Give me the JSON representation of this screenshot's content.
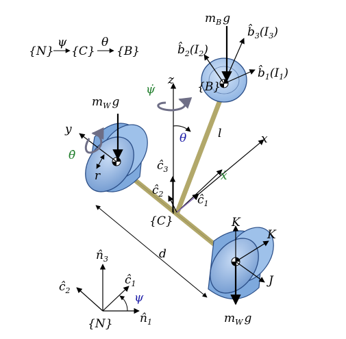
{
  "frames": {
    "N": "{N}",
    "C": "{C}",
    "B": "{B}",
    "chain_psi": "ψ",
    "chain_theta": "θ"
  },
  "body": {
    "weight_m": "m",
    "weight_sub": "B",
    "weight_g": "g",
    "axis1_hat": "b̂",
    "axis1_num": "1",
    "axis1_inertia": "(I",
    "axis1_inertia_sub": "1",
    "axis1_close": ")",
    "axis2_hat": "b̂",
    "axis2_num": "2",
    "axis2_inertia": "(I",
    "axis2_inertia_sub": "2",
    "axis2_close": ")",
    "axis3_hat": "b̂",
    "axis3_num": "3",
    "axis3_inertia": "(I",
    "axis3_inertia_sub": "3",
    "axis3_close": ")"
  },
  "chassis": {
    "z": "z",
    "x": "x",
    "y": "y",
    "c1_hat": "ĉ",
    "c1_num": "1",
    "c2_hat": "ĉ",
    "c2_num": "2",
    "c3_hat": "ĉ",
    "c3_num": "3",
    "psi_dot": "ψ̇",
    "theta": "θ",
    "theta_dot": "θ̇",
    "x_dot": "ẋ",
    "l": "l",
    "r": "r",
    "d": "d"
  },
  "wheels": {
    "left_m": "m",
    "left_sub": "W",
    "left_g": "g",
    "right_m": "m",
    "right_sub": "W",
    "right_g": "g",
    "K_top": "K",
    "K_right": "K",
    "J": "J"
  },
  "inertial": {
    "n1_hat": "n̂",
    "n1_num": "1",
    "n3_hat": "n̂",
    "n3_num": "3",
    "c1_hat": "ĉ",
    "c1_num": "1",
    "c2_hat": "ĉ",
    "c2_num": "2",
    "psi": "ψ"
  },
  "colors": {
    "rod": "#b2a86a",
    "wheel_fill": "#9ec1ea",
    "wheel_edge": "#2a4d86",
    "body_fill": "#a8c8ee",
    "rotation_arrow": "#6e6e86"
  }
}
